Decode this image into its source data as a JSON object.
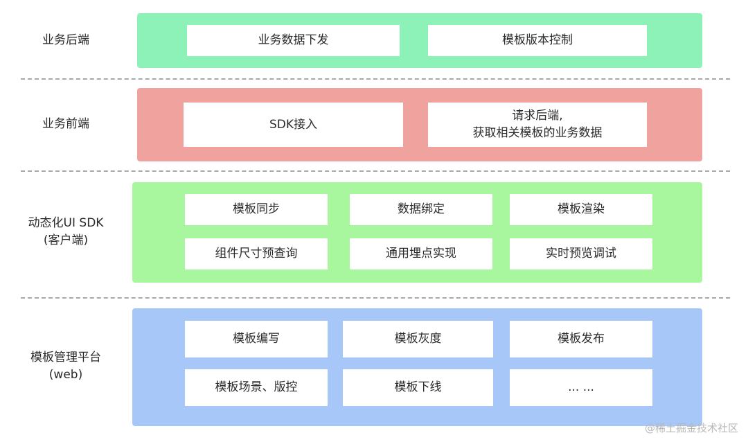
{
  "layers": [
    {
      "label_lines": [
        "业务后端"
      ],
      "color": "#8df2b7",
      "boxes": [
        {
          "lines": [
            "业务数据下发"
          ]
        },
        {
          "lines": [
            "模板版本控制"
          ]
        }
      ]
    },
    {
      "label_lines": [
        "业务前端"
      ],
      "color": "#f0a29f",
      "boxes": [
        {
          "lines": [
            "SDK接入"
          ]
        },
        {
          "lines": [
            "请求后端,",
            "获取相关模板的业务数据"
          ]
        }
      ]
    },
    {
      "label_lines": [
        "动态化UI SDK",
        "(客户端)"
      ],
      "color": "#a8f79f",
      "boxes": [
        {
          "lines": [
            "模板同步"
          ]
        },
        {
          "lines": [
            "数据绑定"
          ]
        },
        {
          "lines": [
            "模板渲染"
          ]
        },
        {
          "lines": [
            "组件尺寸预查询"
          ]
        },
        {
          "lines": [
            "通用埋点实现"
          ]
        },
        {
          "lines": [
            "实时预览调试"
          ]
        }
      ]
    },
    {
      "label_lines": [
        "模板管理平台",
        "(web)"
      ],
      "color": "#a6c7f7",
      "boxes": [
        {
          "lines": [
            "模板编写"
          ]
        },
        {
          "lines": [
            "模板灰度"
          ]
        },
        {
          "lines": [
            "模板发布"
          ]
        },
        {
          "lines": [
            "模板场景、版控"
          ]
        },
        {
          "lines": [
            "模板下线"
          ]
        },
        {
          "lines": [
            "... ..."
          ]
        }
      ]
    }
  ],
  "divider_color": "#a8a8a8",
  "watermark": "@稀土掘金技术社区"
}
